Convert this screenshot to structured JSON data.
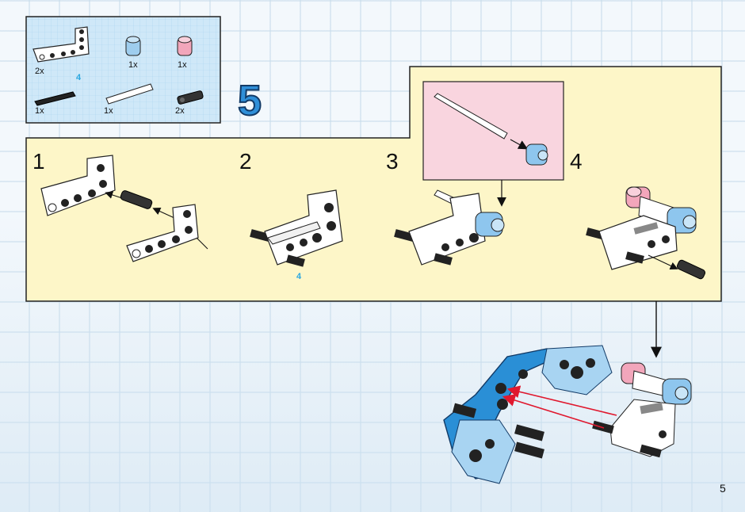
{
  "parts_list": {
    "items": [
      {
        "name": "l-beam",
        "qty": "2x"
      },
      {
        "name": "blue-bush",
        "qty": "1x"
      },
      {
        "name": "pink-bush",
        "qty": "1x"
      },
      {
        "name": "black-axle",
        "qty": "1x"
      },
      {
        "name": "white-axle",
        "qty": "1x"
      },
      {
        "name": "black-pin",
        "qty": "2x"
      }
    ],
    "axle_length_label": "4"
  },
  "step_number": "5",
  "sub_steps": [
    {
      "label": "1"
    },
    {
      "label": "2",
      "callout": "4"
    },
    {
      "label": "3"
    },
    {
      "label": "4"
    }
  ],
  "page_number": "5",
  "colors": {
    "panel_yellow": "#fdf6c8",
    "inset_pink": "#f9d5df",
    "parts_blue": "#bfe0f5",
    "model_blue": "#2a8fd6",
    "arrow_red": "#e0182e",
    "step_blue": "#2f8fd8"
  }
}
